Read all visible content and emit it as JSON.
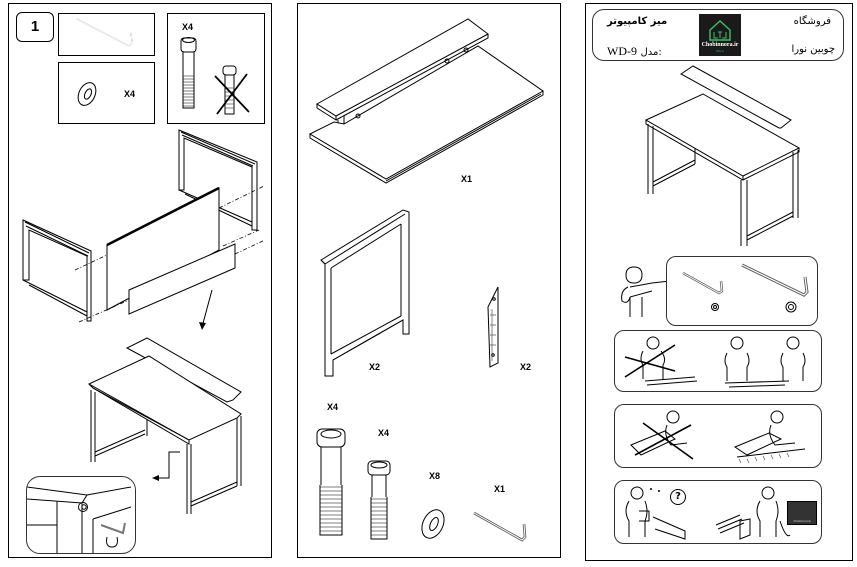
{
  "left_panel": {
    "step_number": "1",
    "parts": {
      "hex_key": {
        "icon": "allen-key-icon"
      },
      "washer": {
        "icon": "washer-icon",
        "quantity": "X4"
      },
      "bolt": {
        "icon": "long-bolt-icon",
        "quantity": "X4",
        "wrong_bolt_icon": "crossed-out-short-bolt-icon"
      }
    },
    "illustrations": [
      "exploded-frame-assembly",
      "assembled-desk",
      "foot-detail-inset"
    ]
  },
  "middle_panel": {
    "parts": [
      {
        "name": "desk-top-with-shelf",
        "quantity": "X1"
      },
      {
        "name": "side-leg-frame",
        "quantity": "X2"
      },
      {
        "name": "bracket",
        "quantity": "X2"
      },
      {
        "name": "long-bolt",
        "quantity": "X4"
      },
      {
        "name": "short-bolt",
        "quantity": "X4"
      },
      {
        "name": "washer",
        "quantity": "X8"
      },
      {
        "name": "allen-key",
        "quantity": "X1"
      }
    ]
  },
  "right_panel": {
    "header": {
      "store_label": "فروشگاه",
      "store_name": "چوبین نورا",
      "product_title": "میز کامپیوتر",
      "model_label": "مدل:",
      "model_value": "WD-9",
      "logo_text": "Chobinnora.ir",
      "logo_sub": "Nora",
      "logo_bg": "#1a1a1a",
      "logo_accent": "#3fbf5f"
    },
    "tips": [
      {
        "name": "tools-hint",
        "icon": "person-pointing-icon"
      },
      {
        "name": "two-person-assembly",
        "icon": "crossed-single-person-icon"
      },
      {
        "name": "protect-floor",
        "icon": "crossed-floor-assembly-icon"
      },
      {
        "name": "contact-support",
        "icon": "question-mark-icon",
        "phone_logo_text": "Chobinnora"
      }
    ]
  }
}
